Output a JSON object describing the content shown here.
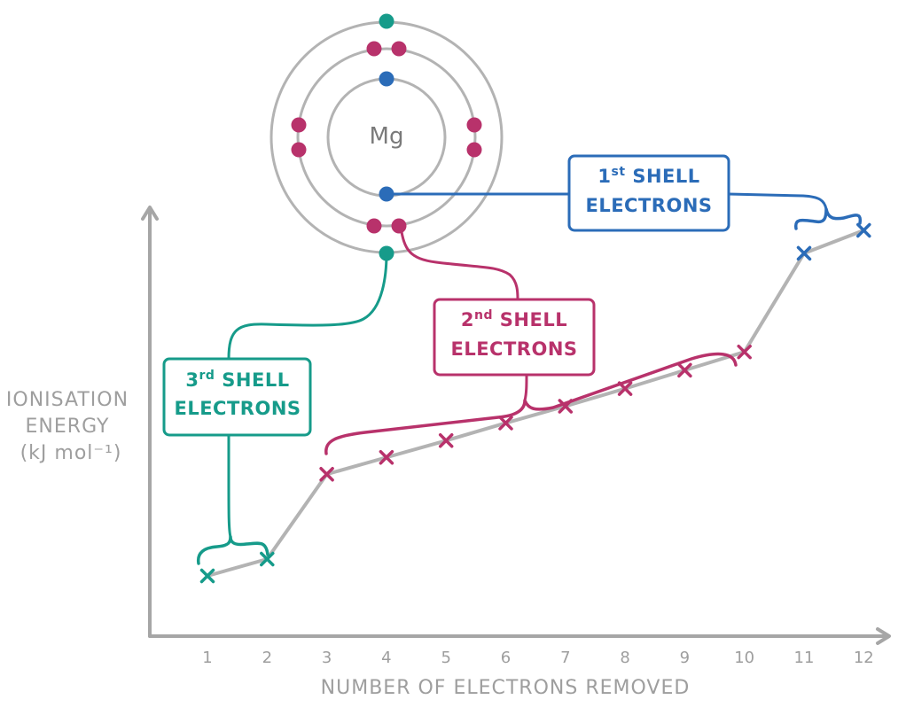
{
  "chart_data": {
    "type": "scatter",
    "title": "",
    "xlabel": "NUMBER OF ELECTRONS REMOVED",
    "ylabel_lines": [
      "IONISATION",
      "ENERGY",
      "(kJ mol⁻¹)"
    ],
    "x": [
      1,
      2,
      3,
      4,
      5,
      6,
      7,
      8,
      9,
      10,
      11,
      12
    ],
    "tick_labels": [
      "1",
      "2",
      "3",
      "4",
      "5",
      "6",
      "7",
      "8",
      "9",
      "10",
      "11",
      "12"
    ],
    "values": [
      1.0,
      1.22,
      2.33,
      2.55,
      2.77,
      3.0,
      3.22,
      3.45,
      3.69,
      3.93,
      5.22,
      5.52
    ],
    "ylim": [
      0,
      6.5
    ],
    "xlim": [
      0,
      12.5
    ],
    "grid": false,
    "marker": "x",
    "line_color": "#b3b3b3",
    "groups": [
      {
        "from": 1,
        "to": 2,
        "color": "#169b8a",
        "label_sup_prefix": "3",
        "label_sup": "rd",
        "label_line1": "SHELL",
        "label_line2": "ELECTRONS"
      },
      {
        "from": 3,
        "to": 10,
        "color": "#b8326b",
        "label_sup_prefix": "2",
        "label_sup": "nd",
        "label_line1": "SHELL",
        "label_line2": "ELECTRONS"
      },
      {
        "from": 11,
        "to": 12,
        "color": "#2b6cb8",
        "label_sup_prefix": "1",
        "label_sup": "st",
        "label_line1": "SHELL",
        "label_line2": "ELECTRONS"
      }
    ]
  },
  "atom": {
    "symbol": "Mg",
    "shell_color": "#b3b3b3",
    "shells": [
      {
        "electrons": 2,
        "color": "#2b6cb8"
      },
      {
        "electrons": 8,
        "color": "#b8326b"
      },
      {
        "electrons": 2,
        "color": "#169b8a"
      }
    ]
  }
}
